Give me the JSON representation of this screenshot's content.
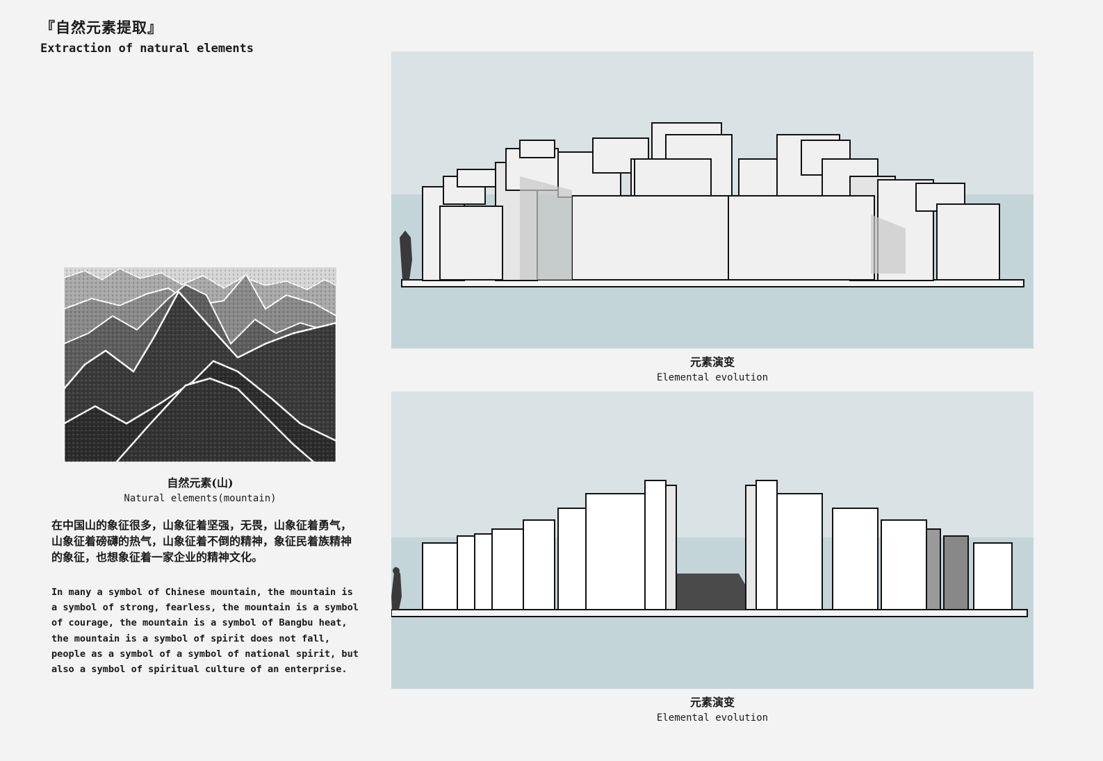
{
  "header": {
    "title_cn": "『自然元素提取』",
    "title_en": "Extraction of natural elements"
  },
  "mountain_figure": {
    "caption_cn": "自然元素(山)",
    "caption_en": "Natural elements(mountain)"
  },
  "description": {
    "text_cn": "在中国山的象征很多，山象征着坚强，无畏，山象征着勇气，山象征着磅礴的热气，山象征着不倒的精神，象征民着族精神的象征，也想象征着一家企业的精神文化。",
    "text_en": "In many a symbol of Chinese mountain, the mountain is a symbol of strong, fearless, the mountain is a symbol of courage, the mountain is a symbol of Bangbu heat, the mountain is a symbol of spirit does not fall, people as a symbol of a symbol of national spirit, but also a symbol of spiritual culture of an enterprise."
  },
  "scene_top": {
    "caption_cn": "元素演变",
    "caption_en": "Elemental evolution"
  },
  "scene_bottom": {
    "caption_cn": "元素演变",
    "caption_en": "Elemental evolution"
  },
  "colors": {
    "page_background": "#f3f3f3",
    "sky": "#d9e2e4",
    "ground": "#c5d6d9",
    "ink": "#1a1a1a"
  }
}
